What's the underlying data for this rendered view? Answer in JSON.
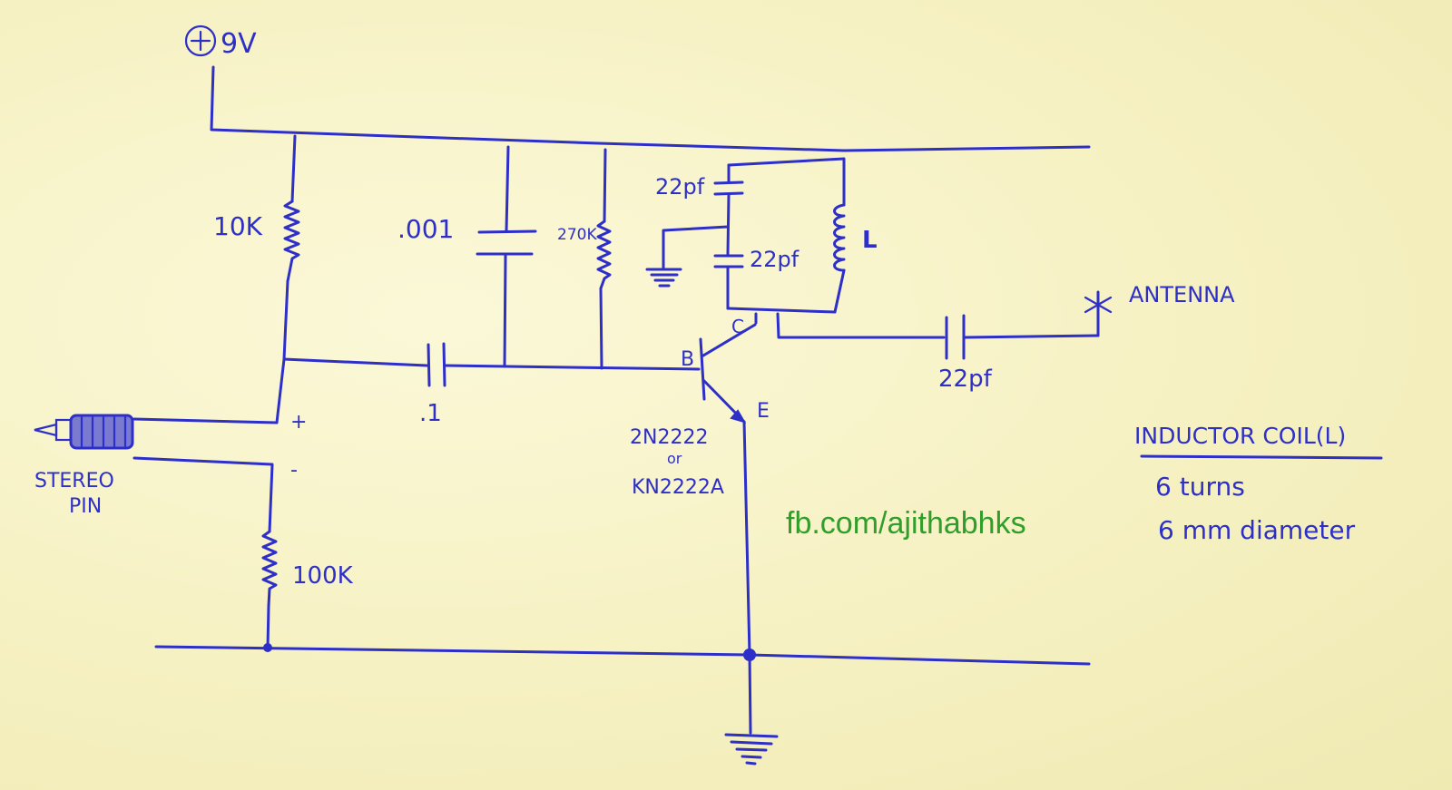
{
  "supply": {
    "label": "9V"
  },
  "components": {
    "r1": "10K",
    "c_bypass": ".001",
    "r2": "270K",
    "c_tank_top": "22pf",
    "c_tank_bottom": "22pf",
    "inductor": "L",
    "c_input": ".1",
    "c_output": "22pf",
    "r3": "100K"
  },
  "transistor": {
    "base": "B",
    "collector": "C",
    "emitter": "E",
    "part_primary": "2N2222",
    "part_or": "or",
    "part_alt": "KN2222A"
  },
  "stereo_pin": {
    "label_line1": "STEREO",
    "label_line2": "PIN",
    "plus": "+",
    "minus": "-"
  },
  "antenna": {
    "label": "ANTENNA"
  },
  "coil_note": {
    "title": "INDUCTOR COIL(L)",
    "line1": "6 turns",
    "line2": "6 mm diameter"
  },
  "watermark": "fb.com/ajithabhks",
  "colors": {
    "ink": "#2d2fc8",
    "paper": "#f7f3c6",
    "watermark": "#2f9e2a"
  }
}
